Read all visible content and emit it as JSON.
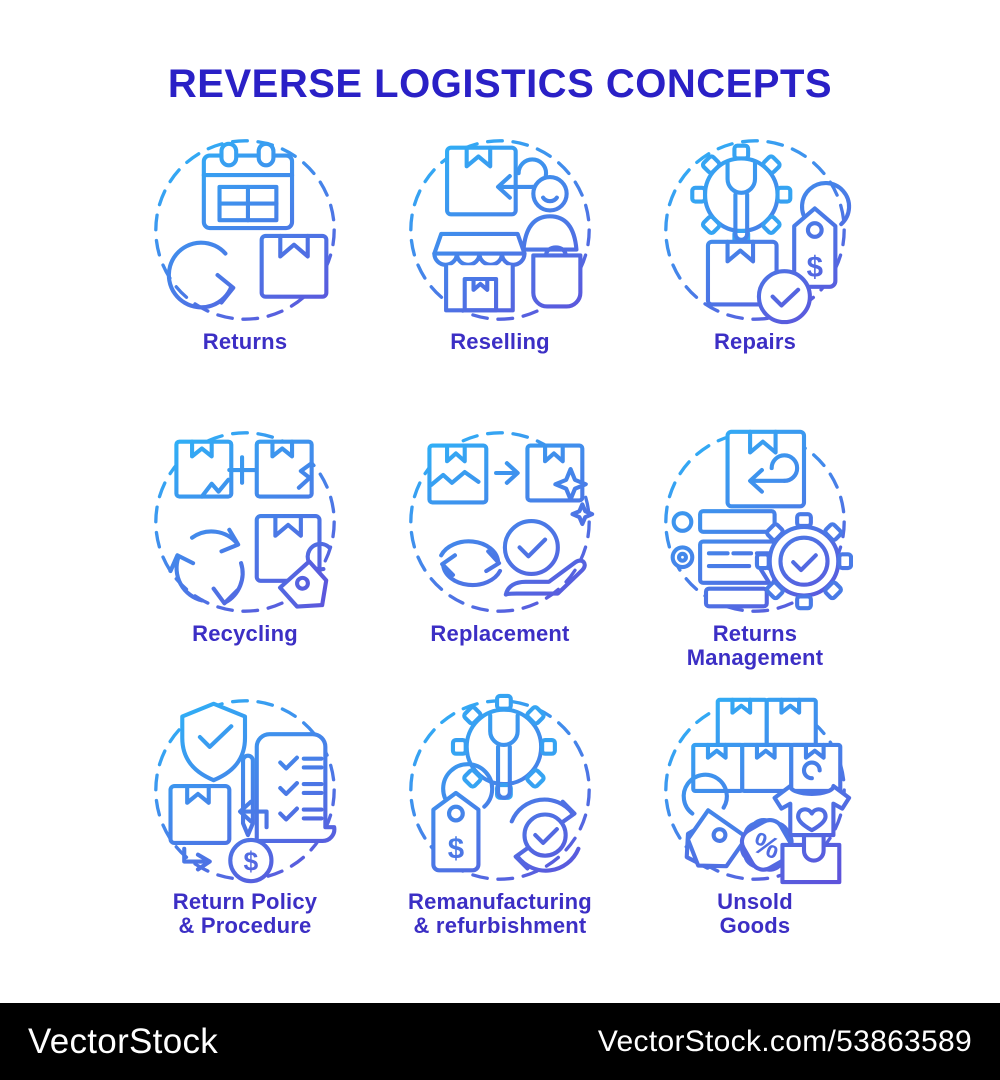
{
  "title": "REVERSE LOGISTICS CONCEPTS",
  "items": [
    {
      "label": "Returns",
      "icon": "returns-icon"
    },
    {
      "label": "Reselling",
      "icon": "reselling-icon"
    },
    {
      "label": "Repairs",
      "icon": "repairs-icon"
    },
    {
      "label": "Recycling",
      "icon": "recycling-icon"
    },
    {
      "label": "Replacement",
      "icon": "replacement-icon"
    },
    {
      "label": "Returns\nManagement",
      "icon": "returns-management-icon"
    },
    {
      "label": "Return Policy\n& Procedure",
      "icon": "return-policy-icon"
    },
    {
      "label": "Remanufacturing\n& refurbishment",
      "icon": "remanufacturing-icon"
    },
    {
      "label": "Unsold\nGoods",
      "icon": "unsold-goods-icon"
    }
  ],
  "glyphs": {
    "dollar": "$",
    "percent": "%"
  },
  "watermark": {
    "brand": "VectorStock",
    "url_text": "VectorStock.com/53863589"
  },
  "colors": {
    "title": "#2a20c6",
    "label": "#3c2fc5",
    "gradient_start": "#2eb3f7",
    "gradient_end": "#5d53db",
    "watermark_bg": "#000000",
    "watermark_text": "#ffffff",
    "background": "#ffffff"
  }
}
